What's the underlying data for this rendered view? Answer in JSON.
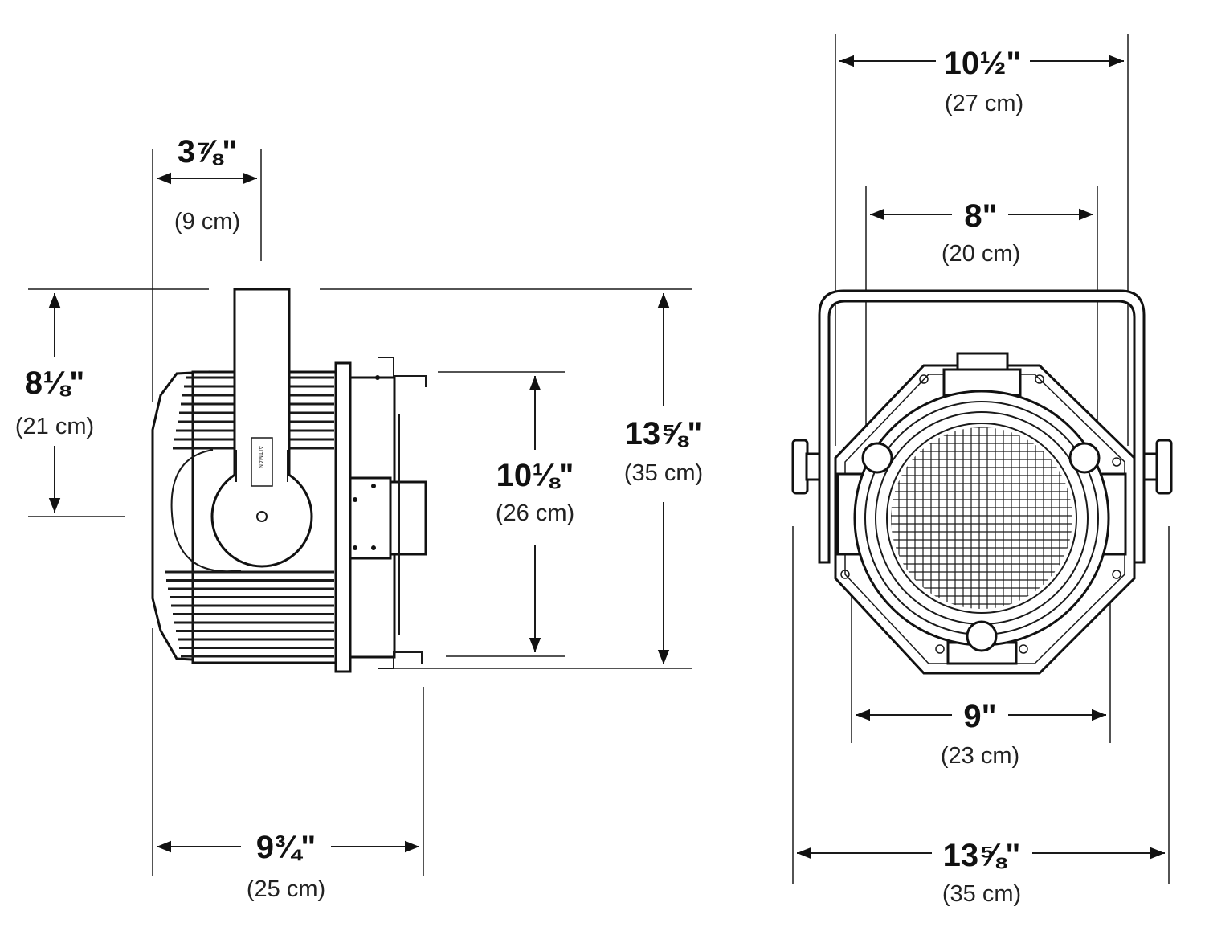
{
  "side_view": {
    "dims": [
      {
        "id": "depth-top",
        "inch": "3⅞\"",
        "cm": "(9 cm)"
      },
      {
        "id": "height-upper",
        "inch": "8⅛\"",
        "cm": "(21 cm)"
      },
      {
        "id": "front-height",
        "inch": "10⅛\"",
        "cm": "(26 cm)"
      },
      {
        "id": "overall-height",
        "inch": "13⅝\"",
        "cm": "(35 cm)"
      },
      {
        "id": "overall-depth",
        "inch": "9¾\"",
        "cm": "(25 cm)"
      }
    ],
    "brand_text": "ALTMAN"
  },
  "front_view": {
    "dims": [
      {
        "id": "yoke-width",
        "inch": "10½\"",
        "cm": "(27 cm)"
      },
      {
        "id": "lens-width",
        "inch": "8\"",
        "cm": "(20 cm)"
      },
      {
        "id": "body-width",
        "inch": "9\"",
        "cm": "(23 cm)"
      },
      {
        "id": "overall-width",
        "inch": "13⅝\"",
        "cm": "(35 cm)"
      }
    ]
  }
}
